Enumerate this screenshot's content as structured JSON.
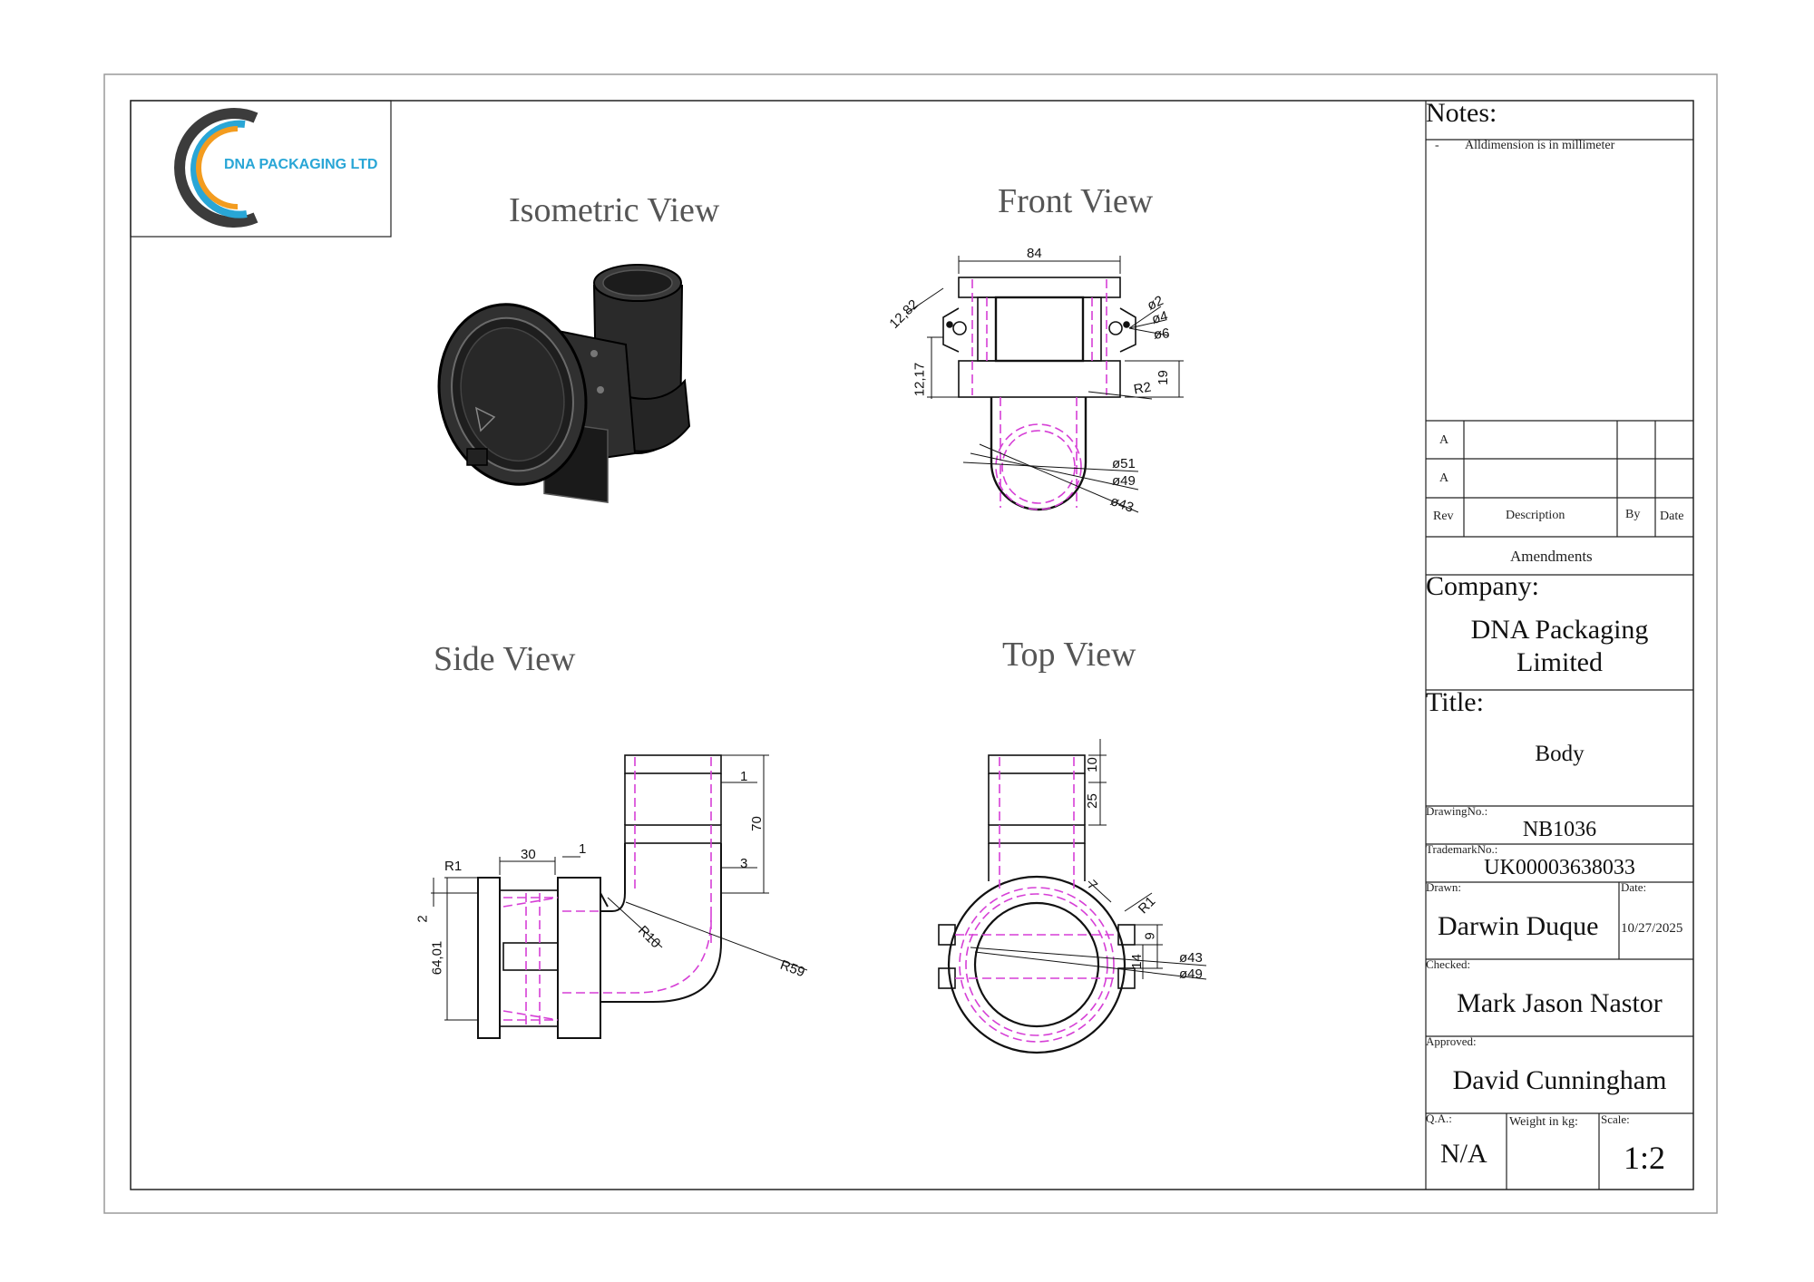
{
  "logo": {
    "text": "DNA PACKAGING LTD",
    "colors": {
      "orange": "#f39c1f",
      "blue": "#29a6d6",
      "dark": "#3c3c3c"
    }
  },
  "views": {
    "isometric": "Isometric View",
    "front": "Front View",
    "side": "Side View",
    "top": "Top View"
  },
  "dims": {
    "front": {
      "d84": "84",
      "d12_82": "12,82",
      "d12_17": "12,17",
      "phi2": "ø2",
      "phi4": "ø4",
      "phi6": "ø6",
      "d19": "19",
      "r2": "R2",
      "phi51": "ø51",
      "phi49": "ø49",
      "phi43": "ø43"
    },
    "side": {
      "r1": "R1",
      "d30": "30",
      "d1a": "1",
      "d1b": "1",
      "d70": "70",
      "d3": "3",
      "d2": "2",
      "d64_01": "64,01",
      "r10": "R10",
      "r59": "R59"
    },
    "top": {
      "d10": "10",
      "d25": "25",
      "d7": "7",
      "r1": "R1",
      "d9": "9",
      "d14": "14",
      "phi43": "ø43",
      "phi49": "ø49"
    }
  },
  "titleblock": {
    "notes_label": "Notes:",
    "note_bullet": "-",
    "note_text": "Alldimension is in millimeter",
    "rev_rows": [
      "A",
      "A"
    ],
    "rev_header": {
      "rev": "Rev",
      "description": "Description",
      "by": "By",
      "date": "Date"
    },
    "amendments": "Amendments",
    "company_label": "Company:",
    "company_line1": "DNA Packaging",
    "company_line2": "Limited",
    "title_label": "Title:",
    "title_value": "Body",
    "drawing_no_label": "DrawingNo.:",
    "drawing_no": "NB1036",
    "trademark_label": "TrademarkNo.:",
    "trademark_no": "UK00003638033",
    "drawn_label": "Drawn:",
    "drawn_by": "Darwin Duque",
    "date_label": "Date:",
    "date_value": "10/27/2025",
    "checked_label": "Checked:",
    "checked_by": "Mark Jason Nastor",
    "approved_label": "Approved:",
    "approved_by": "David Cunningham",
    "qa_label": "Q.A.:",
    "qa_value": "N/A",
    "weight_label": "Weight in kg:",
    "scale_label": "Scale:",
    "scale_value": "1:2"
  }
}
